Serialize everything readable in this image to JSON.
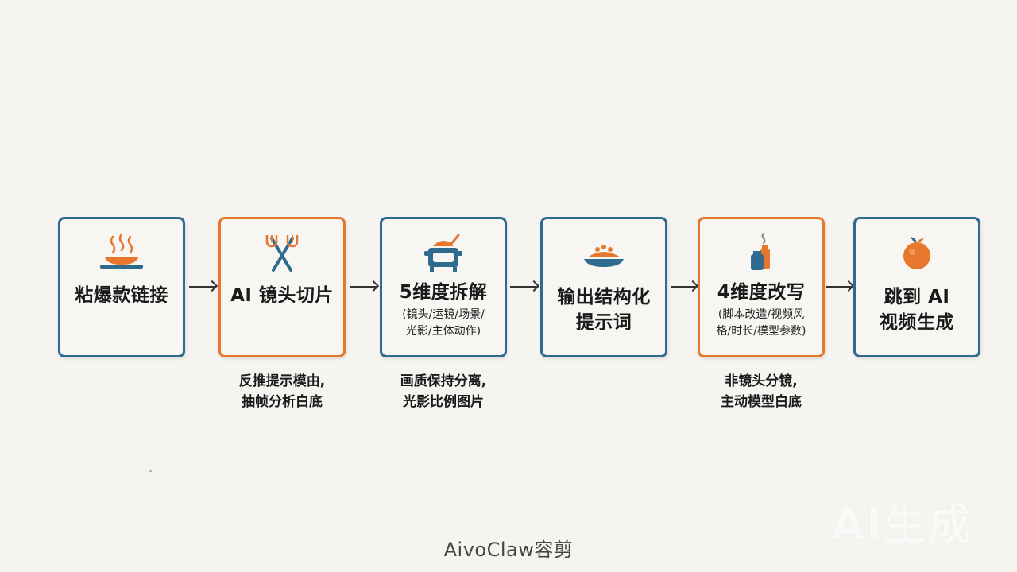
{
  "steps": [
    {
      "title": "粘爆款链接",
      "icon": "steaming-dish-icon",
      "accent": "blue"
    },
    {
      "title": "AI 镜头切片",
      "icon": "fork-and-knife-icon",
      "accent": "orange"
    },
    {
      "title": "5维度拆解",
      "subtitle_lines": [
        "(镜头/运镜/场景/",
        "光影/主体动作)"
      ],
      "icon": "cooking-pot-icon",
      "accent": "blue"
    },
    {
      "title_lines": [
        "输出结构化",
        "提示词"
      ],
      "icon": "covered-dish-icon",
      "accent": "blue"
    },
    {
      "title": "4维度改写",
      "subtitle_lines": [
        "(脚本改造/视频风",
        "格/时长/模型参数)"
      ],
      "icon": "spice-jars-icon",
      "accent": "orange"
    },
    {
      "title_lines": [
        "跳到 AI",
        "视频生成"
      ],
      "icon": "orange-fruit-icon",
      "accent": "blue"
    }
  ],
  "notes": [
    {
      "lines": [
        "反推提示模由,",
        "抽帧分析白底"
      ]
    },
    {
      "lines": [
        "画质保持分离,",
        "光影比例图片"
      ]
    },
    {
      "lines": [
        "非镜头分镜,",
        "主动模型白底"
      ]
    }
  ],
  "brand": "AivoClaw容剪",
  "watermark": "AI生成",
  "colors": {
    "blue": "#2f6b8f",
    "orange": "#e8772e",
    "background": "#f5f4f0"
  }
}
